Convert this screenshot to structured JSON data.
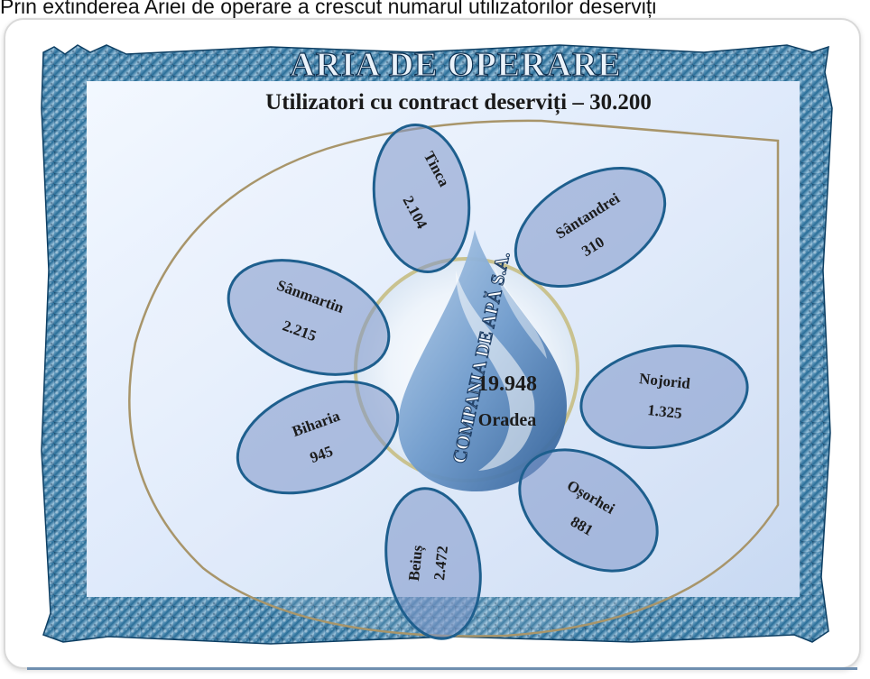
{
  "caption": "Prin extinderea Ariei de operare a crescut numarul utilizatorilor deserviți",
  "title": "ARIA DE OPERARE",
  "subtitle": "Utilizatori cu contract deserviți – 30.200",
  "center": {
    "value": "19.948",
    "name": "Oradea",
    "logo_text": "COMPANIA DE APĂ S.A."
  },
  "petals": [
    {
      "name": "Tinca",
      "value": "2.104"
    },
    {
      "name": "Sântandrei",
      "value": "310"
    },
    {
      "name": "Nojorid",
      "value": "1.325"
    },
    {
      "name": "Oșorhei",
      "value": "881"
    },
    {
      "name": "Beiuș",
      "value": "2.472"
    },
    {
      "name": "Biharia",
      "value": "945"
    },
    {
      "name": "Sânmartin",
      "value": "2.215"
    }
  ],
  "colors": {
    "frame": "#2a6e98",
    "panel": "#e4eefc",
    "petal_fill": "#7e95c8",
    "petal_stroke": "#1e5f8e",
    "outer_ring": "#a8956a",
    "drop": "#4f7fb6"
  }
}
